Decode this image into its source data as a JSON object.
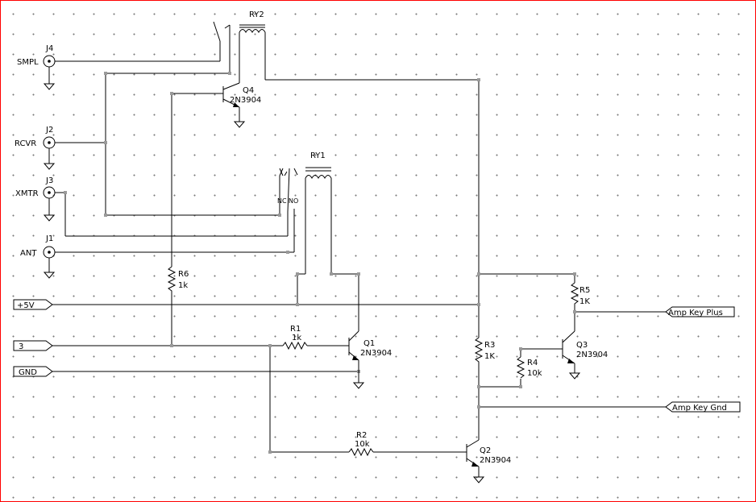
{
  "connectors": {
    "j4": {
      "ref": "J4",
      "label": "SMPL"
    },
    "j2": {
      "ref": "J2",
      "label": "RCVR"
    },
    "j3": {
      "ref": "J3",
      "label": "XMTR"
    },
    "j1": {
      "ref": "J1",
      "label": "ANT"
    }
  },
  "relays": {
    "ry2": {
      "ref": "RY2"
    },
    "ry1": {
      "ref": "RY1",
      "contact_nc": "NC",
      "contact_no": "NO"
    }
  },
  "transistors": {
    "q4": {
      "ref": "Q4",
      "part": "2N3904"
    },
    "q1": {
      "ref": "Q1",
      "part": "2N3904"
    },
    "q3": {
      "ref": "Q3",
      "part": "2N3904"
    },
    "q2": {
      "ref": "Q2",
      "part": "2N3904"
    }
  },
  "resistors": {
    "r6": {
      "ref": "R6",
      "value": "1k"
    },
    "r1": {
      "ref": "R1",
      "value": "1k"
    },
    "r2": {
      "ref": "R2",
      "value": "10k"
    },
    "r3": {
      "ref": "R3",
      "value": "1K"
    },
    "r4": {
      "ref": "R4",
      "value": "10k"
    },
    "r5": {
      "ref": "R5",
      "value": "1K"
    }
  },
  "ports": {
    "vcc": "+5V",
    "input3": "3",
    "gnd": "GND",
    "amp_plus": "Amp Key Plus",
    "amp_gnd": "Amp Key Gnd"
  }
}
